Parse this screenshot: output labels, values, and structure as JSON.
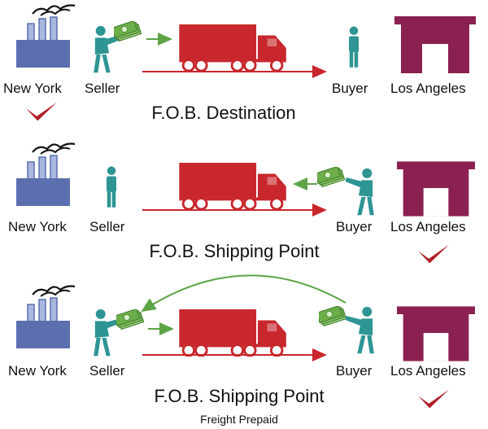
{
  "colors": {
    "factory": "#5b6fae",
    "chimney": "#aab8e0",
    "truck": "#c8272d",
    "person": "#2e9494",
    "money": "#6cae4a",
    "arrow_green": "#5ca446",
    "store": "#8b2150",
    "check": "#b01f28"
  },
  "icons": [
    "factory-icon",
    "truck-icon",
    "person-icon",
    "money-icon",
    "store-icon",
    "check-icon",
    "bird-icon"
  ],
  "sections": [
    {
      "title": "F.O.B. Destination",
      "subtitle": "",
      "origin": "New York",
      "seller": "Seller",
      "buyer": "Buyer",
      "destination": "Los Angeles",
      "check_at": "New York",
      "payment": "seller-pays-freight"
    },
    {
      "title": "F.O.B. Shipping Point",
      "subtitle": "",
      "origin": "New York",
      "seller": "Seller",
      "buyer": "Buyer",
      "destination": "Los Angeles",
      "check_at": "Los Angeles",
      "payment": "buyer-pays-freight"
    },
    {
      "title": "F.O.B. Shipping Point",
      "subtitle": "Freight Prepaid",
      "origin": "New York",
      "seller": "Seller",
      "buyer": "Buyer",
      "destination": "Los Angeles",
      "check_at": "Los Angeles",
      "payment": "seller-prepays-buyer-reimburses"
    }
  ]
}
